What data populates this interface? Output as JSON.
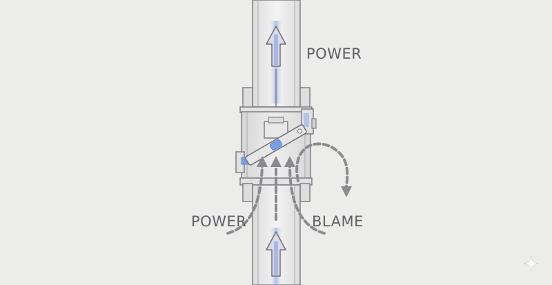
{
  "labels": {
    "power_top": "POWER",
    "power_left": "POWER",
    "blame": "BLAME"
  },
  "colors": {
    "background": "#ececeb",
    "outline": "#7d7e82",
    "arrow_fill": "#d9dce6",
    "flow_glow": "#9fb2e6",
    "accent_blue": "#5a86d6",
    "dashed_flow": "#8a8b8e",
    "label_text": "#5f6063"
  },
  "icons": {
    "corner_mark": "sparkle-icon"
  }
}
